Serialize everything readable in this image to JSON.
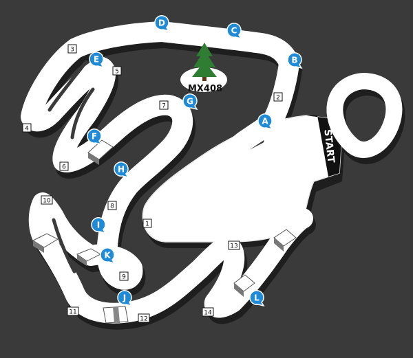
{
  "map": {
    "colors": {
      "background": "#3a3a3a",
      "track": "#ffffff",
      "track_shadow": "#1e1e1e",
      "marker": "#1f8ad6",
      "tree": "#2f7d32",
      "start_band": "#111111"
    },
    "start_label": "START",
    "logo": {
      "text": "MX408",
      "icon": "pine-tree-icon"
    },
    "corners": [
      {
        "id": "corner-1",
        "label": "1"
      },
      {
        "id": "corner-2",
        "label": "2"
      },
      {
        "id": "corner-3",
        "label": "3"
      },
      {
        "id": "corner-4",
        "label": "4"
      },
      {
        "id": "corner-5",
        "label": "5"
      },
      {
        "id": "corner-6",
        "label": "6"
      },
      {
        "id": "corner-7",
        "label": "7"
      },
      {
        "id": "corner-8",
        "label": "8"
      },
      {
        "id": "corner-9",
        "label": "9"
      },
      {
        "id": "corner-10",
        "label": "10"
      },
      {
        "id": "corner-11",
        "label": "11"
      },
      {
        "id": "corner-12",
        "label": "12"
      },
      {
        "id": "corner-13",
        "label": "13"
      },
      {
        "id": "corner-14",
        "label": "14"
      }
    ],
    "markers": [
      {
        "id": "marker-a",
        "label": "A",
        "icon": "map-pin-icon"
      },
      {
        "id": "marker-b",
        "label": "B",
        "icon": "map-pin-icon"
      },
      {
        "id": "marker-c",
        "label": "C",
        "icon": "map-pin-icon"
      },
      {
        "id": "marker-d",
        "label": "D",
        "icon": "map-pin-icon"
      },
      {
        "id": "marker-e",
        "label": "E",
        "icon": "map-pin-icon"
      },
      {
        "id": "marker-f",
        "label": "F",
        "icon": "map-pin-icon"
      },
      {
        "id": "marker-g",
        "label": "G",
        "icon": "map-pin-icon"
      },
      {
        "id": "marker-h",
        "label": "H",
        "icon": "map-pin-icon"
      },
      {
        "id": "marker-i",
        "label": "I",
        "icon": "map-pin-icon"
      },
      {
        "id": "marker-j",
        "label": "J",
        "icon": "map-pin-icon"
      },
      {
        "id": "marker-k",
        "label": "K",
        "icon": "map-pin-icon"
      },
      {
        "id": "marker-l",
        "label": "L",
        "icon": "map-pin-icon"
      }
    ]
  }
}
